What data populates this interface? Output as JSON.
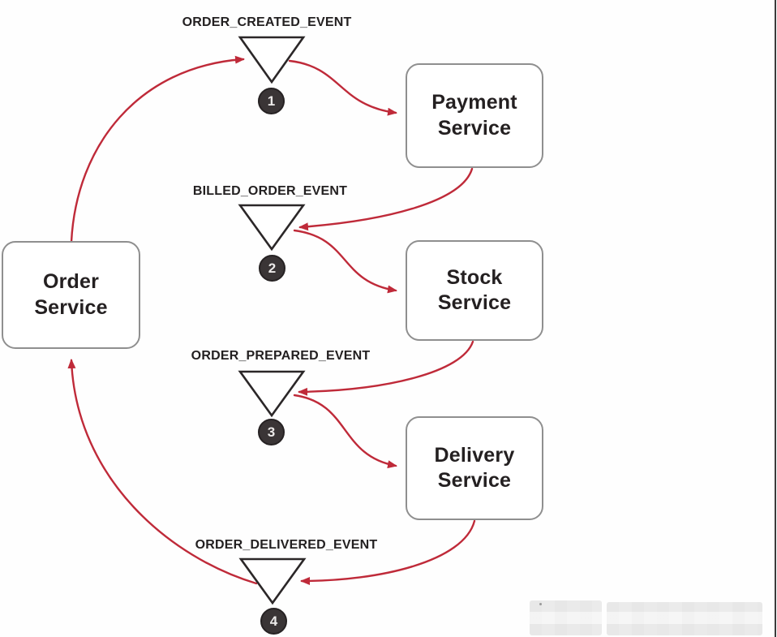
{
  "diagram": {
    "services": [
      {
        "id": "order-service",
        "line1": "Order",
        "line2": "Service"
      },
      {
        "id": "payment-service",
        "line1": "Payment",
        "line2": "Service"
      },
      {
        "id": "stock-service",
        "line1": "Stock",
        "line2": "Service"
      },
      {
        "id": "delivery-service",
        "line1": "Delivery",
        "line2": "Service"
      }
    ],
    "events": [
      {
        "number": "1",
        "label": "ORDER_CREATED_EVENT"
      },
      {
        "number": "2",
        "label": "BILLED_ORDER_EVENT"
      },
      {
        "number": "3",
        "label": "ORDER_PREPARED_EVENT"
      },
      {
        "number": "4",
        "label": "ORDER_DELIVERED_EVENT"
      }
    ],
    "connections": [
      {
        "from": "order-service",
        "to": "event-1"
      },
      {
        "from": "event-1",
        "to": "payment-service"
      },
      {
        "from": "payment-service",
        "to": "event-2"
      },
      {
        "from": "event-2",
        "to": "stock-service"
      },
      {
        "from": "stock-service",
        "to": "event-3"
      },
      {
        "from": "event-3",
        "to": "delivery-service"
      },
      {
        "from": "delivery-service",
        "to": "event-4"
      },
      {
        "from": "event-4",
        "to": "order-service"
      }
    ],
    "colors": {
      "arrow": "#bf2a39",
      "triangle": "#2b2728",
      "box_border": "#8f8f8f",
      "box_text": "#242021",
      "label_text": "#232021",
      "badge_bg": "#3a3536",
      "badge_text": "#eceae9",
      "edge_line": "#3b3b3b"
    }
  }
}
